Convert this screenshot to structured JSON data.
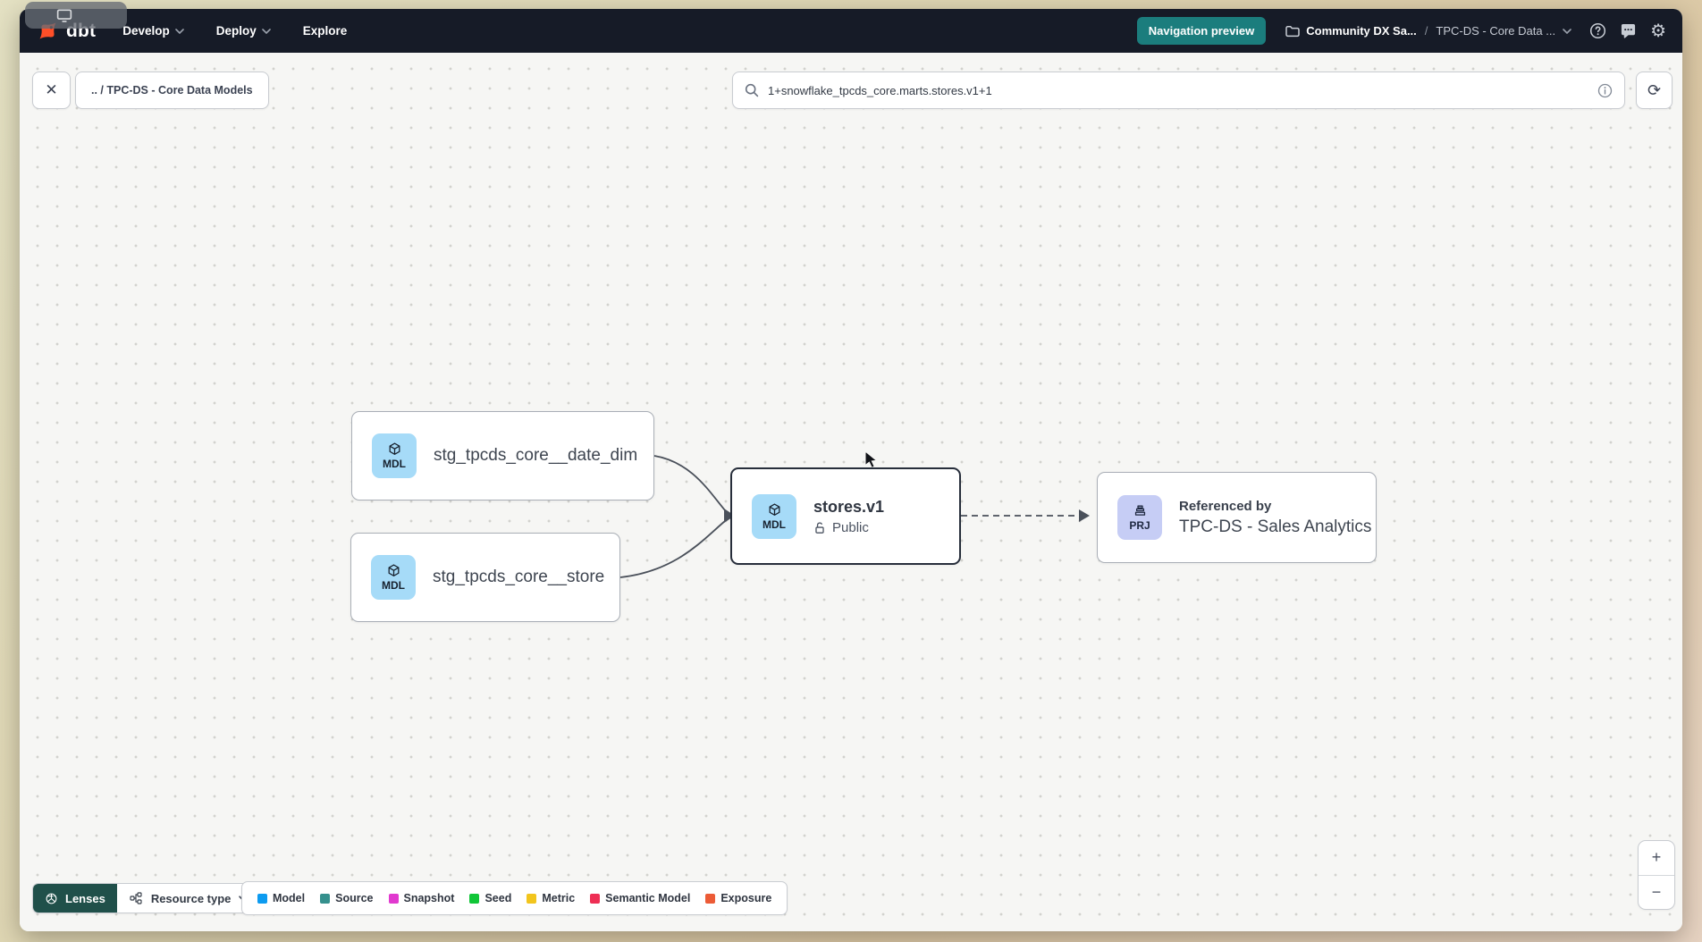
{
  "topnav": {
    "logo_text": "dbt",
    "menus": [
      {
        "label": "Develop"
      },
      {
        "label": "Deploy"
      },
      {
        "label": "Explore"
      }
    ],
    "preview_badge": "Navigation preview",
    "breadcrumb": {
      "project": "Community DX Sa...",
      "separator": "/",
      "section": "TPC-DS - Core Data ..."
    }
  },
  "toolbar": {
    "back_chip": ".. / TPC-DS - Core Data Models",
    "search_value": "1+snowflake_tpcds_core.marts.stores.v1+1"
  },
  "graph": {
    "nodes": {
      "date_dim": {
        "badge": "MDL",
        "title": "stg_tpcds_core__date_dim"
      },
      "store": {
        "badge": "MDL",
        "title": "stg_tpcds_core__store"
      },
      "stores_v1": {
        "badge": "MDL",
        "title": "stores.v1",
        "visibility": "Public"
      },
      "sales_analytics": {
        "badge": "PRJ",
        "kicker": "Referenced by",
        "title": "TPC-DS - Sales Analytics"
      }
    }
  },
  "footer": {
    "lenses_label": "Lenses",
    "resource_type_label": "Resource type",
    "legend": [
      {
        "label": "Model",
        "color": "#0d9bf0"
      },
      {
        "label": "Source",
        "color": "#35908d"
      },
      {
        "label": "Snapshot",
        "color": "#e139cf"
      },
      {
        "label": "Seed",
        "color": "#10c637"
      },
      {
        "label": "Metric",
        "color": "#f2c51d"
      },
      {
        "label": "Semantic Model",
        "color": "#ee2e54"
      },
      {
        "label": "Exposure",
        "color": "#ec5b36"
      }
    ],
    "zoom_in": "+",
    "zoom_out": "−"
  },
  "icons": {
    "close": "✕",
    "refresh": "⟳",
    "settings": "⚙"
  },
  "colors": {
    "nav_bg": "#161b27",
    "preview_badge_bg": "#1b7d7d",
    "lenses_btn_bg": "#20504a",
    "model_badge_bg": "#a6dbf8",
    "project_badge_bg": "#c6cdf5",
    "dbt_orange": "#ff4f28",
    "canvas_bg": "#f6f6f4",
    "edge": "#4a505a"
  }
}
